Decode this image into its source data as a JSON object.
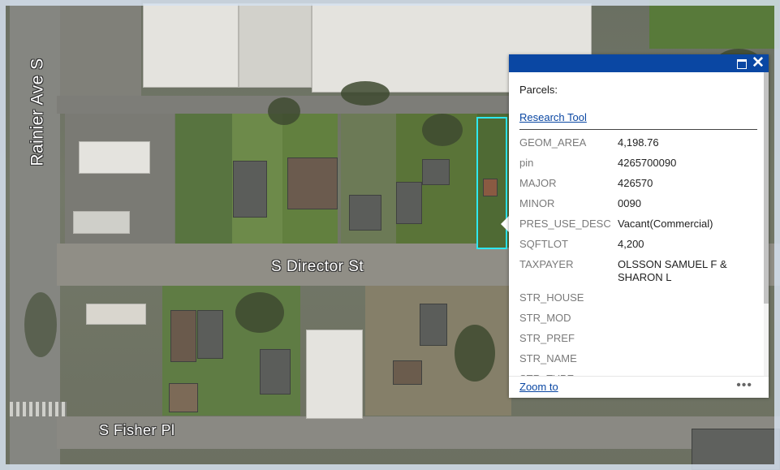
{
  "map": {
    "street_labels": {
      "rainier": "Rainier Ave S",
      "director": "S Director St",
      "fisher": "S Fisher Pl"
    }
  },
  "popup": {
    "title": "Parcels:",
    "research_link": "Research Tool",
    "maximize_icon": "maximize-icon",
    "close_icon": "close-icon",
    "close_glyph": "✕",
    "attributes": [
      {
        "key": "GEOM_AREA",
        "value": "4,198.76"
      },
      {
        "key": "pin",
        "value": "4265700090"
      },
      {
        "key": "MAJOR",
        "value": "426570"
      },
      {
        "key": "MINOR",
        "value": "0090"
      },
      {
        "key": "PRES_USE_DESC",
        "value": "Vacant(Commercial)"
      },
      {
        "key": "SQFTLOT",
        "value": "4,200"
      },
      {
        "key": "TAXPAYER",
        "value": "OLSSON SAMUEL F & SHARON L"
      },
      {
        "key": "STR_HOUSE",
        "value": ""
      },
      {
        "key": "STR_MOD",
        "value": ""
      },
      {
        "key": "STR_PREF",
        "value": ""
      },
      {
        "key": "STR_NAME",
        "value": ""
      },
      {
        "key": "STR_TYPE",
        "value": ""
      }
    ],
    "zoom_link": "Zoom to",
    "more_label": "•••"
  }
}
